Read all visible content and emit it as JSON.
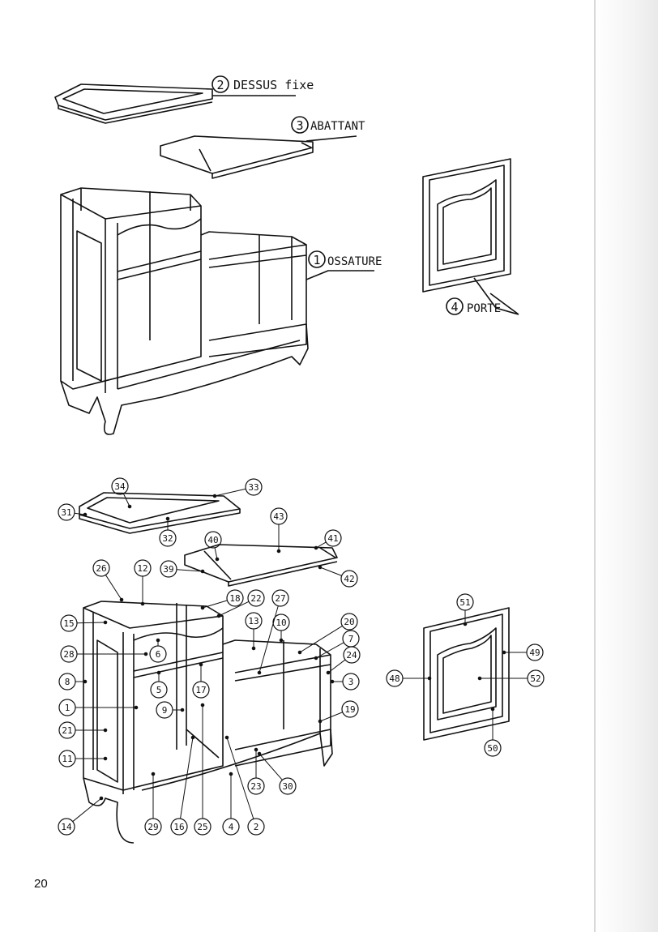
{
  "page_number": "20",
  "overview": {
    "dessus": {
      "num": "2",
      "label": "DESSUS fixe"
    },
    "abattant": {
      "num": "3",
      "label": "ABATTANT"
    },
    "ossature": {
      "num": "1",
      "label": "OSSATURE"
    },
    "porte": {
      "num": "4",
      "label": "PORTE"
    }
  },
  "parts": [
    "34",
    "33",
    "31",
    "32",
    "43",
    "41",
    "40",
    "39",
    "42",
    "26",
    "12",
    "18",
    "22",
    "27",
    "15",
    "13",
    "10",
    "20",
    "7",
    "28",
    "6",
    "24",
    "8",
    "5",
    "17",
    "3",
    "1",
    "9",
    "21",
    "19",
    "11",
    "14",
    "29",
    "16",
    "25",
    "4",
    "2",
    "23",
    "30",
    "51",
    "49",
    "48",
    "52",
    "50"
  ]
}
